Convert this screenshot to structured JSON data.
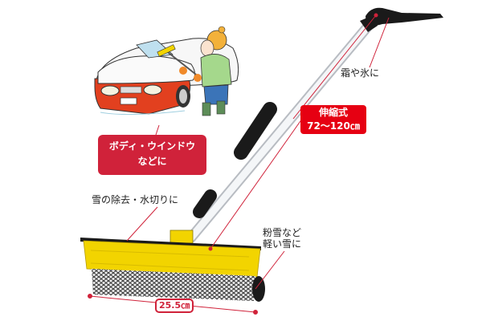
{
  "product": {
    "name": "snow-brush-telescopic",
    "colors": {
      "callout_red": "#d0223a",
      "badge_red": "#e60012",
      "blade_yellow": "#f2d400",
      "handle_black": "#1a1a1a",
      "pole_white": "#f2f4f6",
      "car_red": "#e2401f"
    }
  },
  "callouts": {
    "body_window": {
      "line1": "ボディ・ウインドウ",
      "line2": "などに"
    },
    "frost_ice": "霜や氷に",
    "telescopic": {
      "line1": "伸縮式",
      "line2": "72〜120㎝"
    },
    "snow_water": "雪の除去・水切りに",
    "powder_snow": {
      "line1": "粉雪など",
      "line2": "軽い雪に"
    },
    "width": "25.5㎝"
  }
}
